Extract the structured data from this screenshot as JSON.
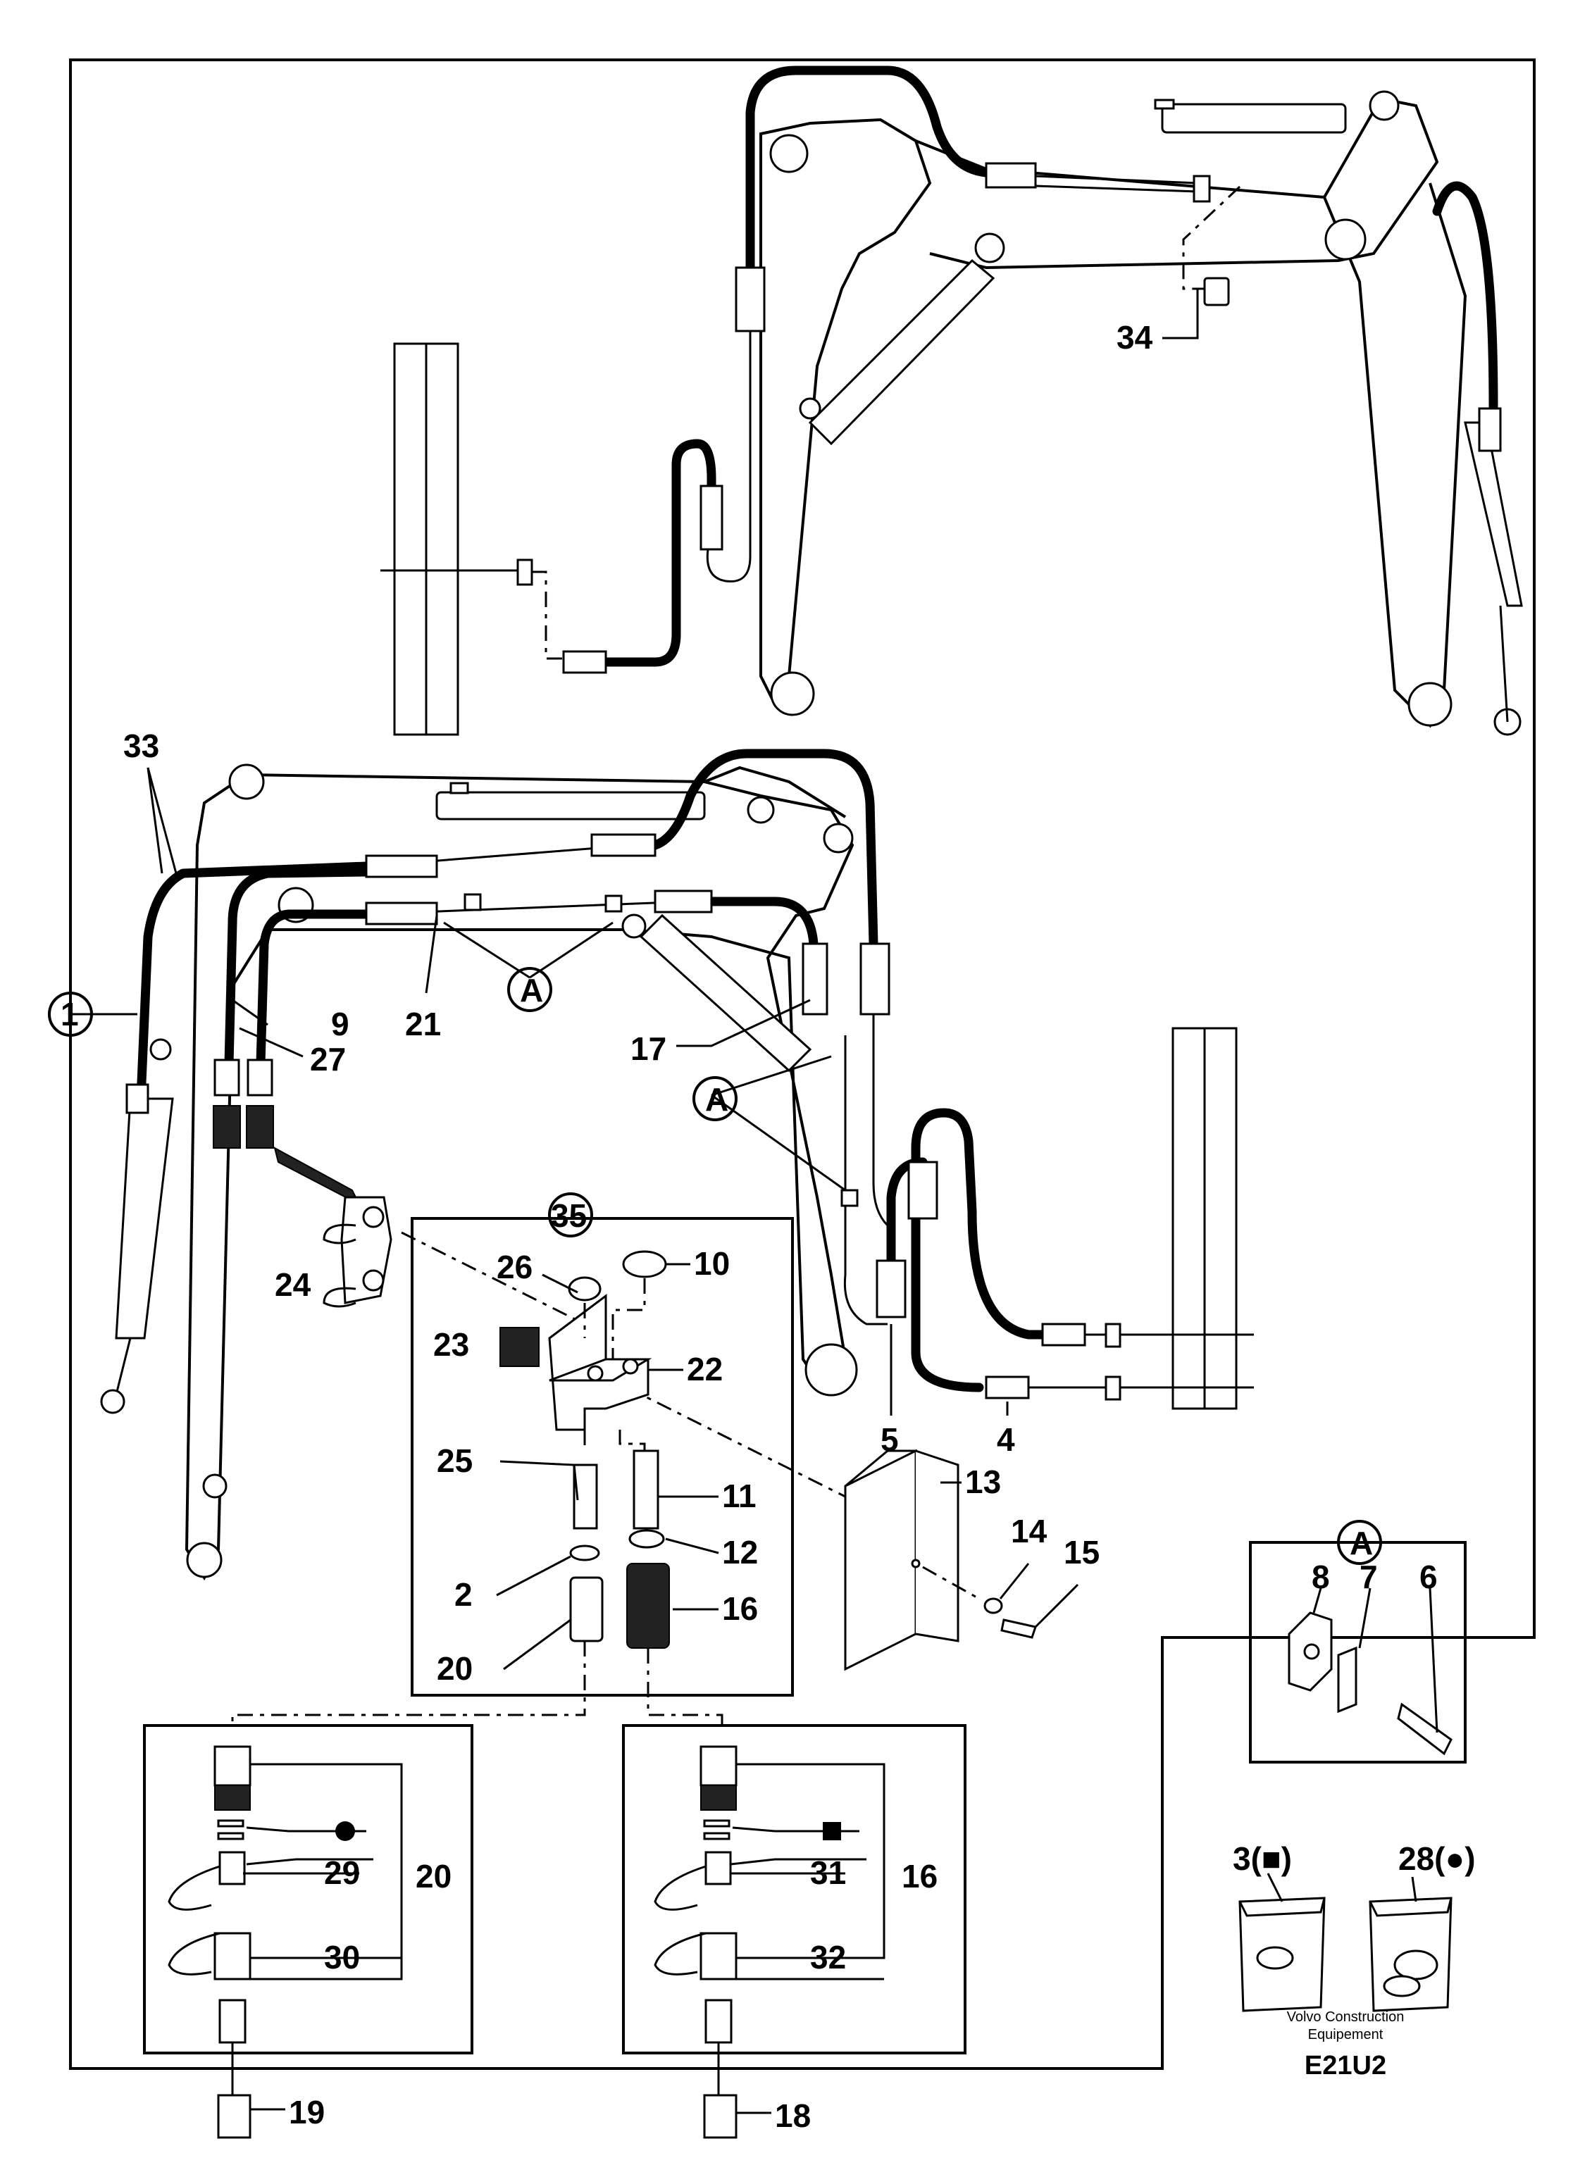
{
  "diagram": {
    "callouts": {
      "c1": "1",
      "c2": "2",
      "c4": "4",
      "c5": "5",
      "c6": "6",
      "c7": "7",
      "c8": "8",
      "c9": "9",
      "c10": "10",
      "c11": "11",
      "c12": "12",
      "c13": "13",
      "c14": "14",
      "c15": "15",
      "c16a": "16",
      "c16b": "16",
      "c17": "17",
      "c18": "18",
      "c19": "19",
      "c20a": "20",
      "c20b": "20",
      "c21": "21",
      "c22": "22",
      "c23": "23",
      "c24": "24",
      "c25": "25",
      "c26": "26",
      "c27": "27",
      "c29": "29",
      "c30": "30",
      "c31": "31",
      "c32": "32",
      "c33": "33",
      "c34": "34",
      "c35": "35",
      "cA1": "A",
      "cA2": "A",
      "cA3": "A",
      "c3": "3(■)",
      "c28": "28(●)"
    },
    "symbols": {
      "dot": "●",
      "square": "■"
    },
    "footer": {
      "maker_line1": "Volvo Construction",
      "maker_line2": "Equipement",
      "code": "E21U2"
    }
  }
}
